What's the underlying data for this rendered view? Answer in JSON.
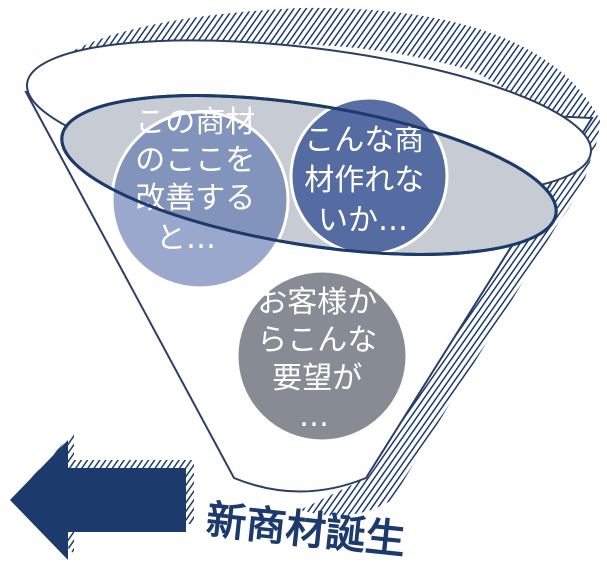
{
  "bubbles": [
    {
      "lines": [
        "この商材",
        "のここを",
        "改善する",
        "と…"
      ],
      "color": "#5b72ad",
      "opacity": 0.62
    },
    {
      "lines": [
        "こんな商",
        "材作れな",
        "いか…"
      ],
      "color": "#4f669f",
      "opacity": 0.95
    },
    {
      "lines": [
        "お客様か",
        "らこんな",
        "要望が",
        "…"
      ],
      "color": "#7d828b",
      "opacity": 0.92
    }
  ],
  "caption": "新商材誕生",
  "colors": {
    "navy": "#1c3a6b",
    "funnel_stroke": "#2b3f66",
    "funnel_fill": "#ffffff",
    "opening_fill": "#c6cbd4"
  },
  "icons": [
    "arrow-left-icon"
  ]
}
